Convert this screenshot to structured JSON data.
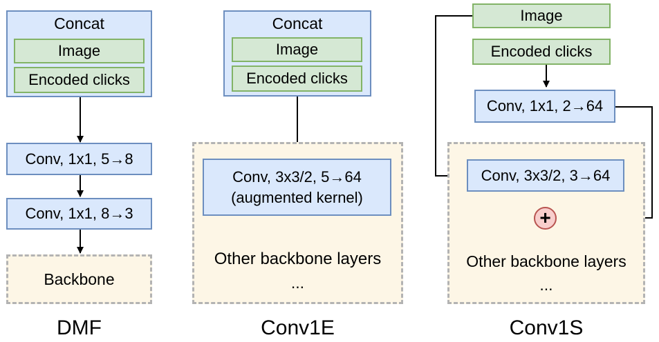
{
  "dmf": {
    "concat": "Concat",
    "image": "Image",
    "encoded_clicks": "Encoded clicks",
    "conv1": "Conv, 1x1, 5→8",
    "conv2": "Conv, 1x1, 8→3",
    "backbone": "Backbone",
    "caption": "DMF"
  },
  "conv1e": {
    "concat": "Concat",
    "image": "Image",
    "encoded_clicks": "Encoded clicks",
    "conv_line1": "Conv, 3x3/2, 5→64",
    "conv_line2": "(augmented kernel)",
    "other_layers": "Other backbone layers",
    "ellipsis": "...",
    "caption": "Conv1E"
  },
  "conv1s": {
    "image": "Image",
    "encoded_clicks": "Encoded clicks",
    "conv_small": "Conv, 1x1, 2→64",
    "conv_main": "Conv, 3x3/2, 3→64",
    "plus": "+",
    "other_layers": "Other backbone layers",
    "ellipsis": "...",
    "caption": "Conv1S"
  },
  "colors": {
    "blue_fill": "#dae8fc",
    "blue_stroke": "#6c8ebf",
    "green_fill": "#d5e8d4",
    "green_stroke": "#82b366",
    "dashed_fill": "#fdf6e6",
    "dashed_stroke": "#b3b3b3",
    "plus_fill": "#f8cecc",
    "plus_stroke": "#b85450"
  }
}
